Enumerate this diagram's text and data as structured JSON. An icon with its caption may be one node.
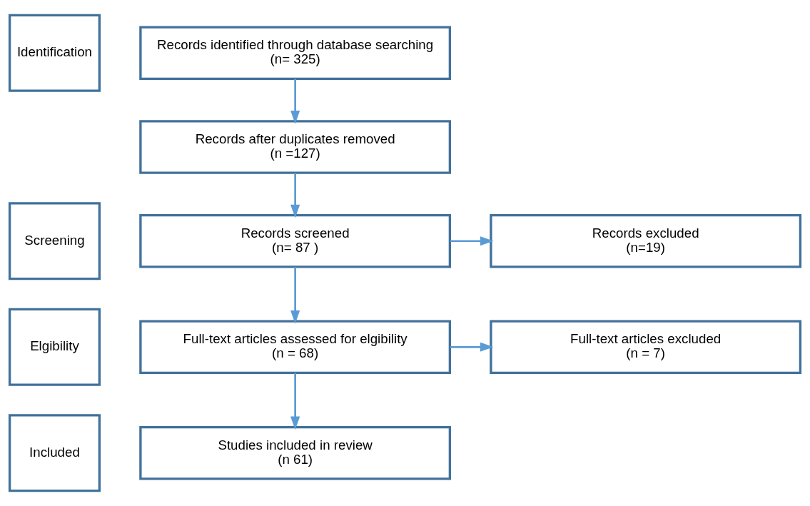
{
  "diagram": {
    "nodes": [
      {
        "text": [
          "Identification"
        ]
      },
      {
        "text": [
          "Records identified through database searching",
          "(n= 325)"
        ]
      },
      {
        "text": [
          "Screening"
        ]
      },
      {
        "text": [
          "Records after duplicates removed",
          "(n =127)"
        ]
      },
      {
        "text": [
          "Records screened",
          "(n= 87 )"
        ]
      },
      {
        "text": [
          "Records excluded",
          "(n=19)"
        ]
      },
      {
        "text": [
          "Elgibility"
        ]
      },
      {
        "text": [
          "Full-text articles assessed for elgibility",
          "(n = 68)"
        ]
      },
      {
        "text": [
          "Full-text articles excluded",
          "(n = 7)"
        ]
      },
      {
        "text": [
          "Included"
        ]
      },
      {
        "text": [
          "Studies included in review",
          "(n 61)"
        ]
      }
    ],
    "edges": [
      {
        "from": 1,
        "to": 3,
        "arrow": "to"
      },
      {
        "from": 3,
        "to": 4,
        "arrow": "to"
      },
      {
        "from": 4,
        "to": 5,
        "arrow": "to"
      },
      {
        "from": 4,
        "to": 7,
        "arrow": "to"
      },
      {
        "from": 7,
        "to": 8,
        "arrow": "to"
      },
      {
        "from": 7,
        "to": 10,
        "arrow": "to"
      }
    ]
  }
}
